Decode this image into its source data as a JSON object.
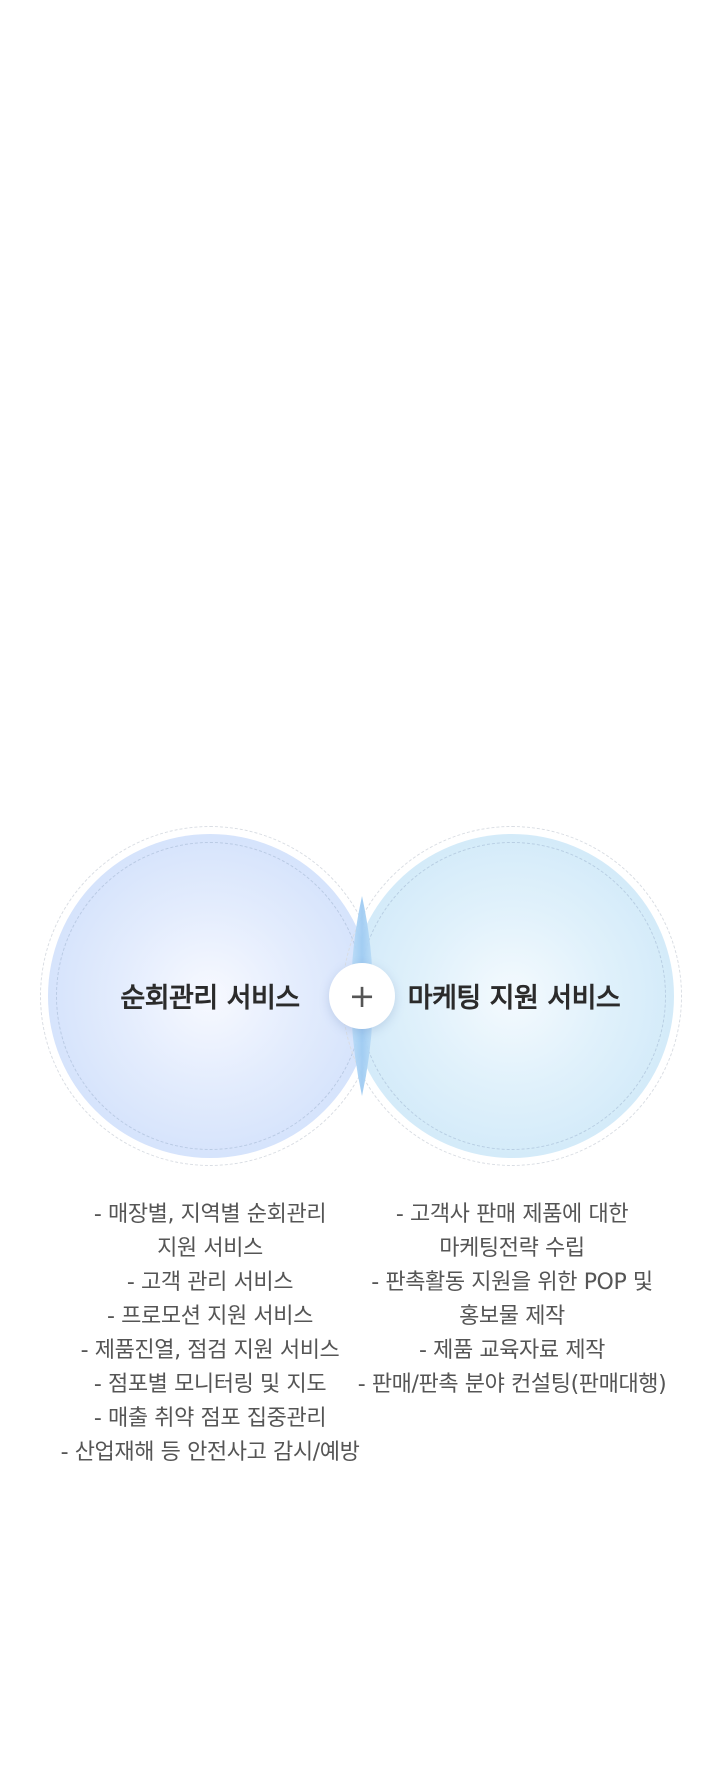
{
  "diagram": {
    "left_circle": {
      "title": "순회관리 서비스",
      "items": [
        "- 매장별, 지역별 순회관리",
        "지원 서비스",
        "- 고객 관리 서비스",
        "- 프로모션 지원 서비스",
        "- 제품진열, 점검 지원 서비스",
        "- 점포별 모니터링 및 지도",
        "- 매출 취약 점포 집중관리",
        "- 산업재해 등 안전사고 감시/예방"
      ]
    },
    "right_circle": {
      "title": "마케팅 지원 서비스",
      "items": [
        "- 고객사 판매 제품에 대한",
        "마케팅전략 수립",
        "- 판촉활동 지원을 위한 POP 및",
        "홍보물 제작",
        "- 제품 교육자료 제작",
        "- 판매/판촉 분야 컨설팅(판매대행)"
      ]
    },
    "connector_symbol": "+",
    "colors": {
      "left_circle": "#d3e2fb",
      "right_circle": "#d3ebf9",
      "overlap": "#a9d0f3",
      "title_text": "#2b2b2b",
      "body_text": "#555555"
    }
  }
}
